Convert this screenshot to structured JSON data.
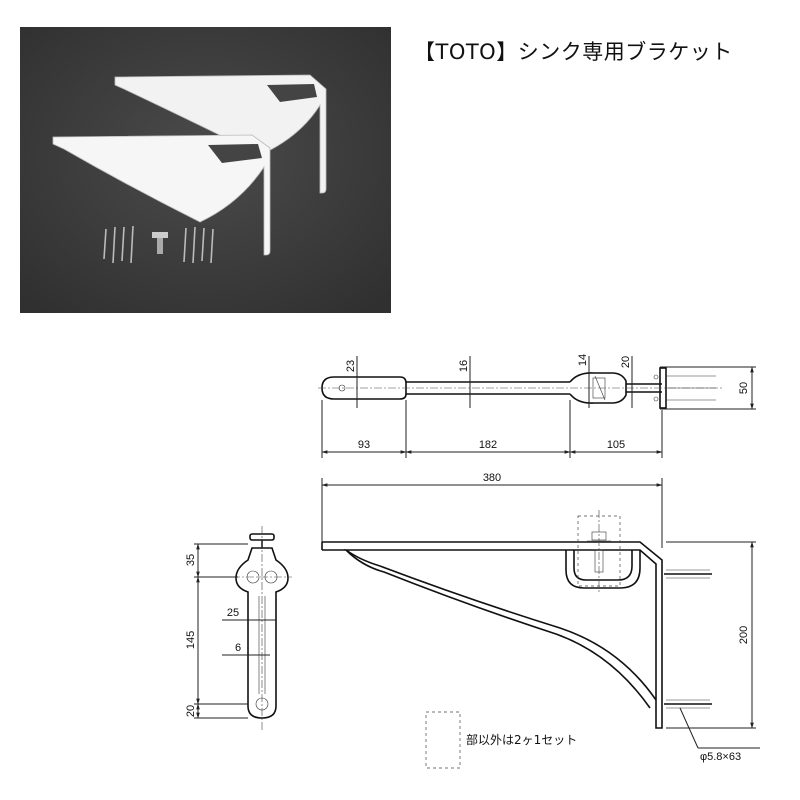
{
  "header": {
    "title": "【TOTO】シンク専用ブラケット"
  },
  "photo": {
    "background_color": "#3f403f",
    "bracket_color": "#f4f4f4"
  },
  "dimensions": {
    "top_width_a": "23",
    "top_width_b": "16",
    "top_width_c": "14",
    "top_width_d": "20",
    "top_width_e": "50",
    "len_a": "93",
    "len_b": "182",
    "len_c": "105",
    "total_length": "380",
    "height": "200",
    "front_top": "35",
    "front_width": "25",
    "front_mid": "145",
    "front_slot": "6",
    "front_bottom": "20",
    "screw": "φ5.8×63"
  },
  "notes": {
    "set_note": "部以外は2ヶ1セット"
  }
}
